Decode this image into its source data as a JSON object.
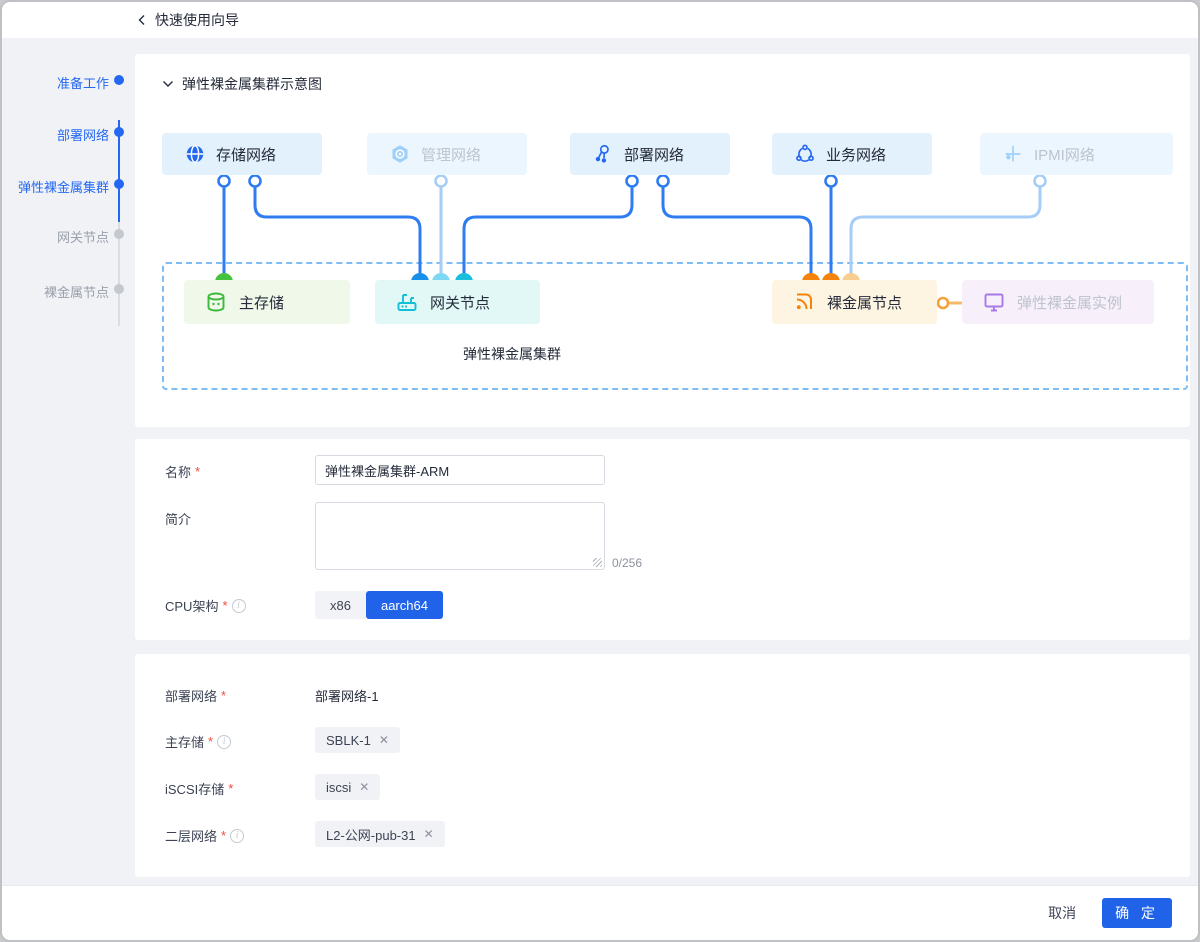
{
  "header": {
    "title": "快速使用向导"
  },
  "stepper": {
    "steps": [
      {
        "label": "准备工作",
        "state": "done"
      },
      {
        "label": "部署网络",
        "state": "done"
      },
      {
        "label": "弹性裸金属集群",
        "state": "current"
      },
      {
        "label": "网关节点",
        "state": "todo"
      },
      {
        "label": "裸金属节点",
        "state": "todo"
      }
    ]
  },
  "diagram": {
    "section_title": "弹性裸金属集群示意图",
    "cluster_label": "弹性裸金属集群",
    "networks": [
      {
        "label": "存储网络",
        "state": "active",
        "icon": "globe"
      },
      {
        "label": "管理网络",
        "state": "disabled",
        "icon": "hexagon"
      },
      {
        "label": "部署网络",
        "state": "active",
        "icon": "share-nodes"
      },
      {
        "label": "业务网络",
        "state": "active",
        "icon": "cloud-network"
      },
      {
        "label": "IPMI网络",
        "state": "disabled",
        "icon": "junction"
      }
    ],
    "nodes": [
      {
        "label": "主存储",
        "icon": "database",
        "color": "#3cb83c"
      },
      {
        "label": "网关节点",
        "icon": "router",
        "color": "#13bfd6"
      },
      {
        "label": "裸金属节点",
        "icon": "rss",
        "color": "#f5820b"
      },
      {
        "label": "弹性裸金属实例",
        "icon": "monitor",
        "color": "#a879e8"
      }
    ]
  },
  "form": {
    "name": {
      "label": "名称",
      "required": "*",
      "value": "弹性裸金属集群-ARM"
    },
    "intro": {
      "label": "简介",
      "counter": "0/256"
    },
    "cpu": {
      "label": "CPU架构",
      "required": "*",
      "options": [
        {
          "label": "x86"
        },
        {
          "label": "aarch64",
          "selected": true
        }
      ]
    },
    "deploy_network": {
      "label": "部署网络",
      "required": "*",
      "value": "部署网络-1"
    },
    "primary_storage": {
      "label": "主存储",
      "required": "*",
      "tag": "SBLK-1"
    },
    "iscsi": {
      "label": "iSCSI存储",
      "required": "*",
      "tag": "iscsi"
    },
    "l2": {
      "label": "二层网络",
      "required": "*",
      "tag": "L2-公网-pub-31"
    }
  },
  "footer": {
    "cancel": "取消",
    "confirm": "确 定"
  },
  "colors": {
    "accent": "#2468f2",
    "line_blue": "#2e7cf0",
    "line_light": "#a6cdf7",
    "cap_green": "#45c23d",
    "cap_blue": "#1890e8",
    "cap_lightcyan": "#7ed8f3",
    "cap_teal": "#17bfdc",
    "cap_orange": "#f5820b",
    "cap_tan": "#f8cd90"
  }
}
